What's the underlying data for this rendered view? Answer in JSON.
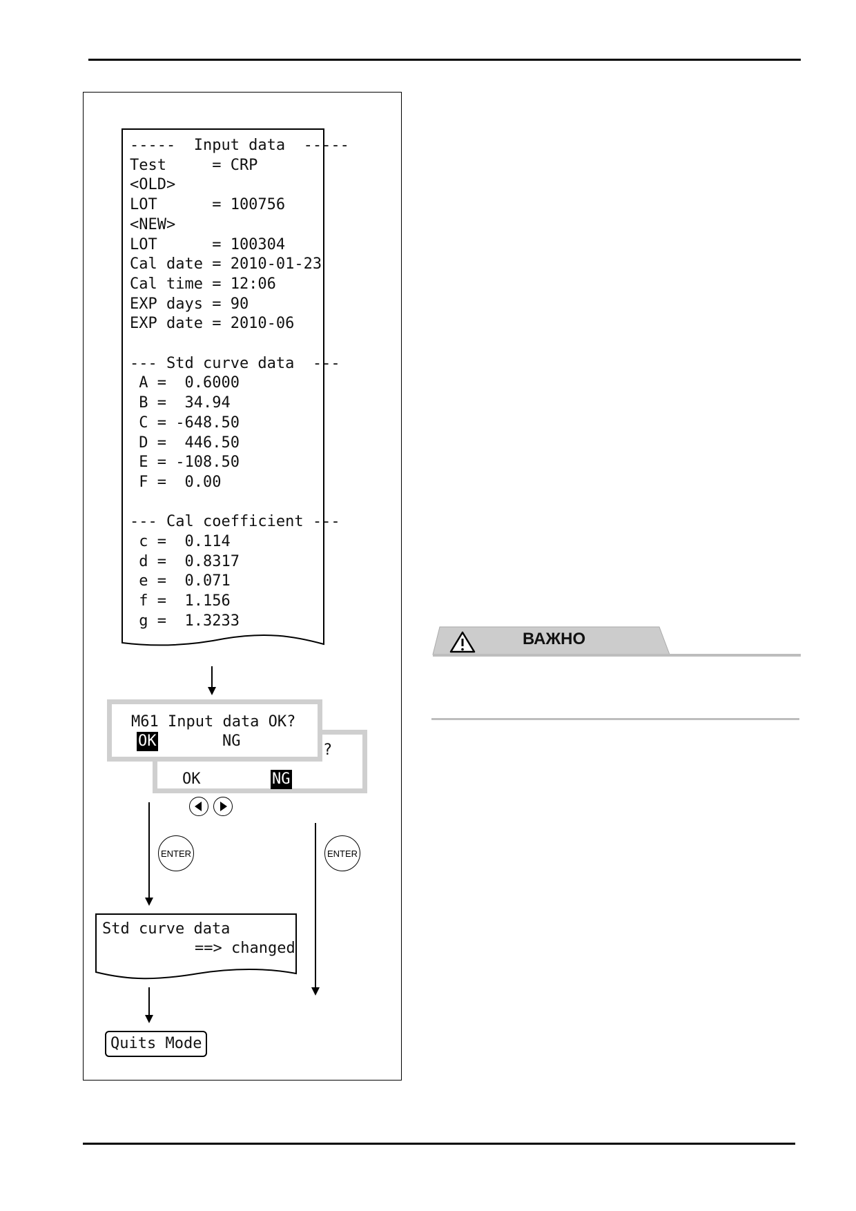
{
  "printout": {
    "lines": [
      "-----  Input data  -----",
      "Test     = CRP",
      "<OLD>",
      "LOT      = 100756",
      "<NEW>",
      "LOT      = 100304",
      "Cal date = 2010-01-23",
      "Cal time = 12:06",
      "EXP days = 90",
      "EXP date = 2010-06",
      "",
      "--- Std curve data  ---",
      " A =  0.6000",
      " B =  34.94",
      " C = -648.50",
      " D =  446.50",
      " E = -108.50",
      " F =  0.00",
      "",
      "--- Cal coefficient ---",
      " c =  0.114",
      " d =  0.8317",
      " e =  0.071",
      " f =  1.156",
      " g =  1.3233"
    ]
  },
  "lcd_front": {
    "prompt": "M61 Input data OK?",
    "option_ok": "OK",
    "option_ng": "NG"
  },
  "lcd_back": {
    "question_mark": "?",
    "option_ok": "OK",
    "option_ng": "NG"
  },
  "buttons": {
    "enter_left": "ENTER",
    "enter_right": "ENTER"
  },
  "result_printout": {
    "line1": "Std curve data",
    "line2": "==> changed"
  },
  "quit_label": "Quits Mode",
  "warning": {
    "label": "ВАЖНО",
    "icon": "warning-triangle-icon"
  }
}
